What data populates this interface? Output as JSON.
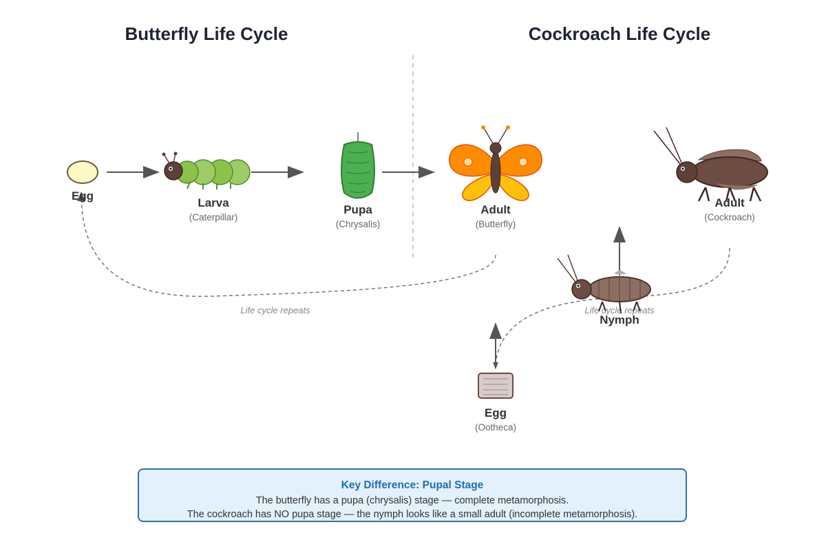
{
  "titles": {
    "butterfly": "Butterfly Life Cycle",
    "cockroach": "Cockroach Life Cycle"
  },
  "butterfly": {
    "egg": {
      "label": "Egg"
    },
    "larva": {
      "label": "Larva",
      "sub": "(Caterpillar)"
    },
    "pupa": {
      "label": "Pupa",
      "sub": "(Chrysalis)"
    },
    "adult": {
      "label": "Adult",
      "sub": "(Butterfly)"
    },
    "repeat": "Life cycle repeats"
  },
  "cockroach": {
    "adult": {
      "label": "Adult",
      "sub": "(Cockroach)"
    },
    "nymph": {
      "label": "Nymph"
    },
    "egg": {
      "label": "Egg",
      "sub": "(Ootheca)"
    },
    "repeat": "Life cycle repeats"
  },
  "key": {
    "title": "Key Difference: Pupal Stage",
    "line1": "The butterfly has a pupa (chrysalis) stage — complete metamorphosis.",
    "line2": "The cockroach has NO pupa stage — the nymph looks like a small adult (incomplete metamorphosis)."
  },
  "colors": {
    "egg_fill": "#fff9c4",
    "caterpillar": "#8bc34a",
    "chrysalis": "#4caf50",
    "wing_orange": "#ff8c00",
    "wing_yellow": "#ffc107",
    "roach_brown": "#6d4c41",
    "key_border": "#2f6fad",
    "key_bg": "#e3f1fc",
    "key_title": "#1f6fb2"
  }
}
